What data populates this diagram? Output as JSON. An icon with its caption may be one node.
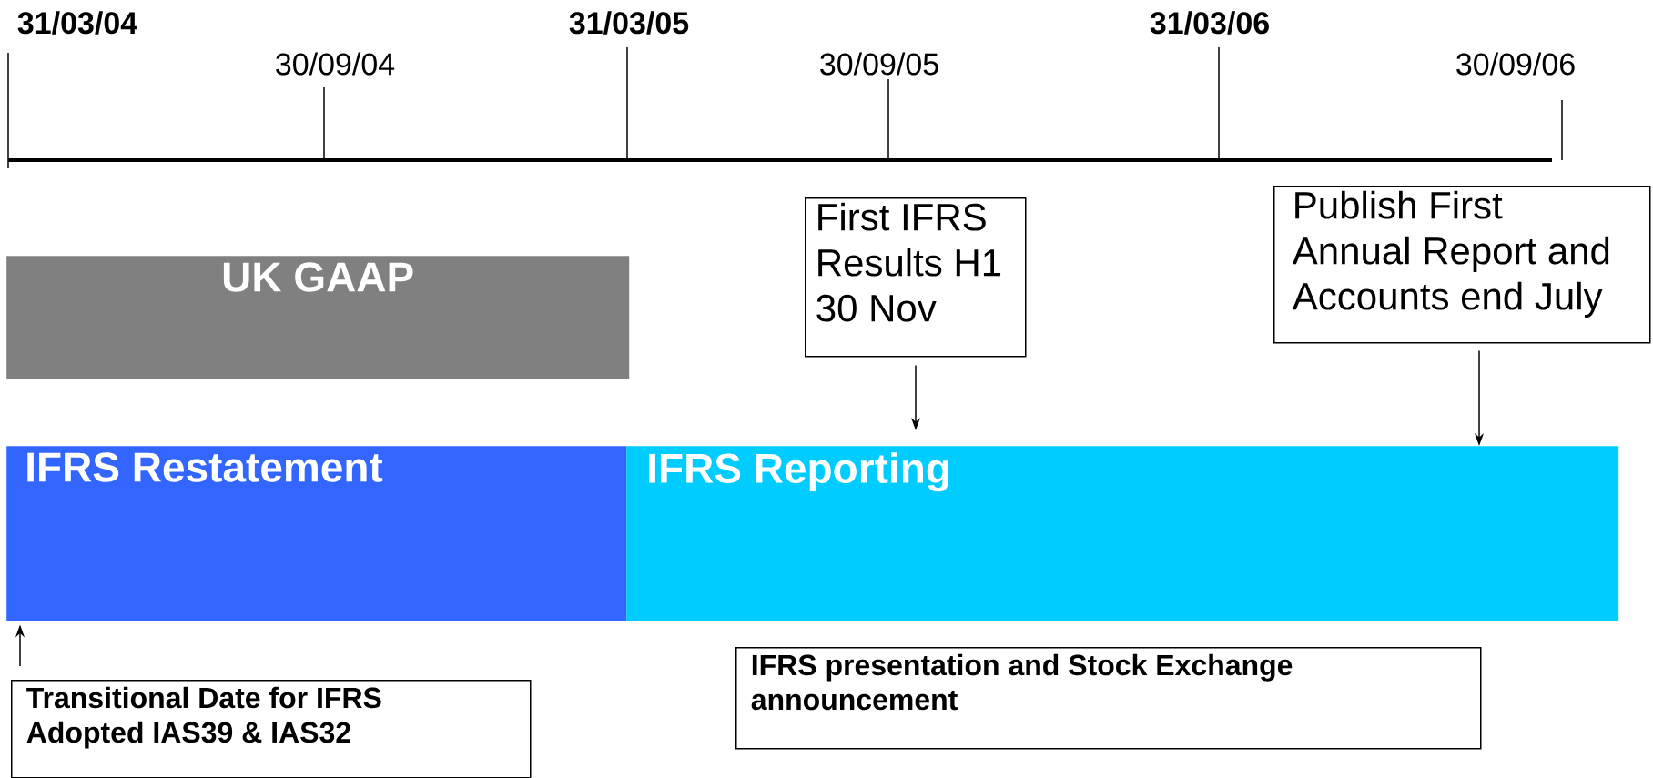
{
  "diagram": {
    "nodes": [
      {
        "text": [
          "UK GAAP"
        ]
      },
      {
        "text": [
          "IFRS Restatement"
        ]
      },
      {
        "text": [
          "IFRS Reporting"
        ]
      },
      {
        "text": [
          "First IFRS Results H1 30 Nov"
        ]
      },
      {
        "text": [
          "Publish First Annual Report and Accounts end July"
        ]
      },
      {
        "text": [
          "Transitional Date for IFRS Adopted IAS39 & IAS32"
        ]
      },
      {
        "text": [
          "IFRS presentation and Stock Exchange announcement"
        ]
      }
    ],
    "edges": [
      {
        "from": 3,
        "to": 2,
        "arrow": "to"
      },
      {
        "from": 4,
        "to": 2,
        "arrow": "to"
      },
      {
        "from": 5,
        "to": 1,
        "arrow": "to"
      }
    ],
    "labels": [
      "31/03/04",
      "31/03/05",
      "31/03/06",
      "30/09/04",
      "30/09/05",
      "30/09/06"
    ]
  }
}
